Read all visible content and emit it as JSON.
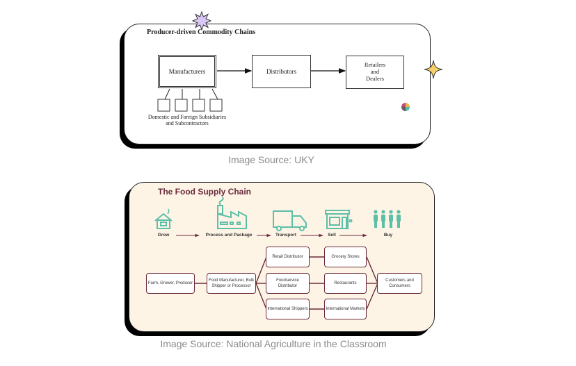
{
  "cards": [
    {
      "title": "Producer-driven Commodity Chains",
      "nodes": {
        "manufacturers": "Manufacturers",
        "distributors": "Distributors",
        "retailers": "Retailers\nand\nDealers"
      },
      "subsidiaries_label": "Domestic and Foreign Subsidiaries\nand Subcontractors",
      "caption": "Image Source: UKY"
    },
    {
      "title": "The Food Supply Chain",
      "stages": [
        "Grow",
        "Process and Package",
        "Transport",
        "Sell",
        "Buy"
      ],
      "stage_icons": [
        "house-icon",
        "factory-icon",
        "truck-icon",
        "store-icon",
        "people-icon"
      ],
      "flow": {
        "farm": "Farm, Grower, Producer",
        "manufacturer": "Food Manufacturer, Bulk Shipper or Processor",
        "distributors": [
          "Retail Distributor",
          "Foodservice Distributor",
          "International Shippers"
        ],
        "outlets": [
          "Grocery Stores",
          "Restaurants",
          "International Markets"
        ],
        "consumers": "Customers and Consumers"
      },
      "caption": "Image Source: National Agriculture in the Classroom"
    }
  ],
  "decorations": [
    "purple-star-icon",
    "yellow-sparkle-icon",
    "color-wheel-icon"
  ],
  "colors": {
    "food_accent": "#5cbfa8",
    "food_title": "#6a2a3c",
    "food_bg": "#fdf4e6",
    "caption": "#8a8a8a",
    "star_purple": "#d9c6f5",
    "sparkle_yellow": "#f7cf6a"
  }
}
